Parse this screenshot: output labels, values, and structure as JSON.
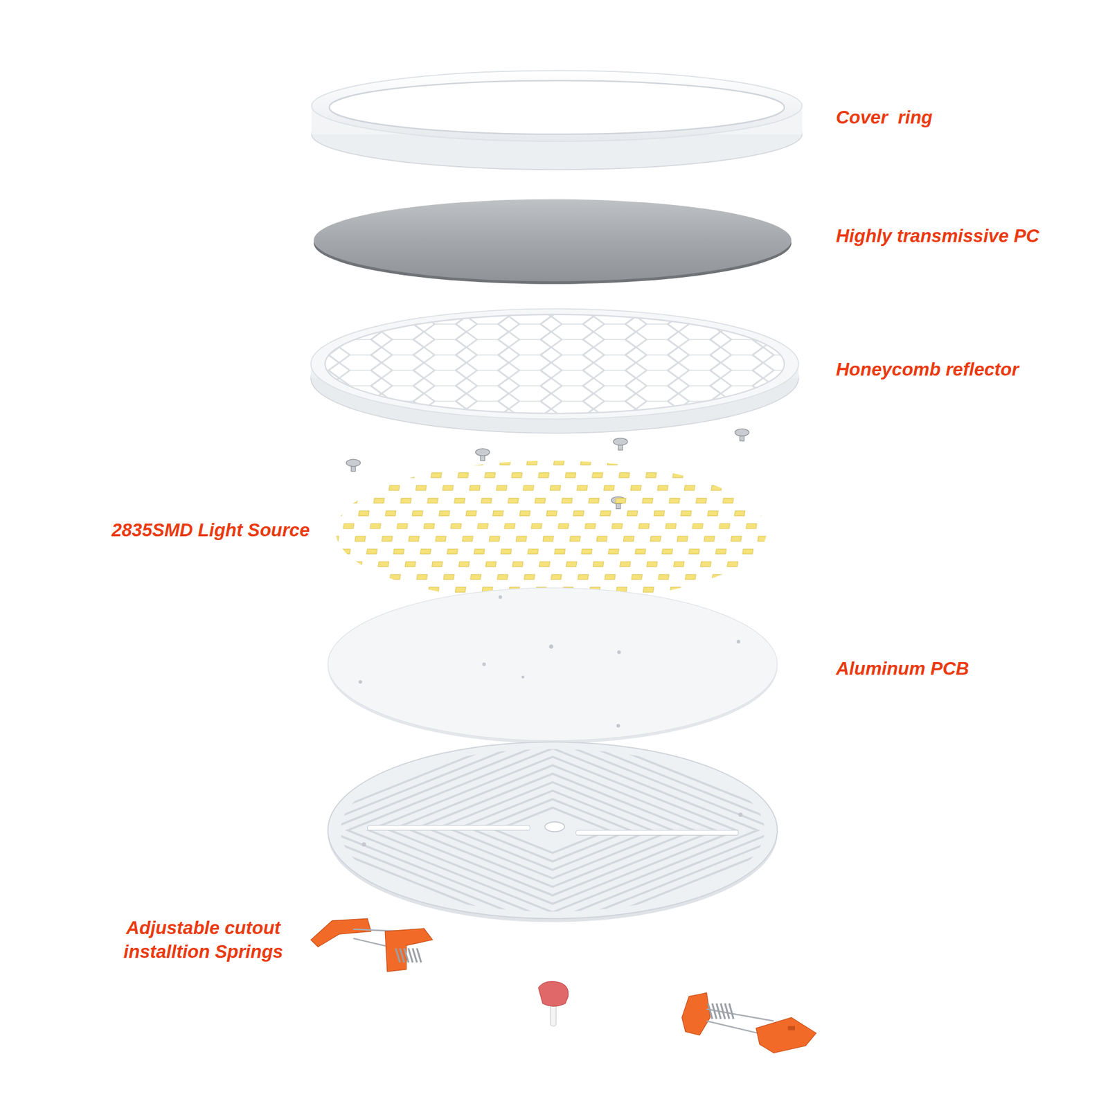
{
  "diagram": {
    "labels": [
      "Cover  ring",
      "Highly transmissive PC",
      "Honeycomb reflector",
      "2835SMD Light Source",
      "Aluminum PCB",
      "Adjustable cutout installtion Springs"
    ]
  }
}
